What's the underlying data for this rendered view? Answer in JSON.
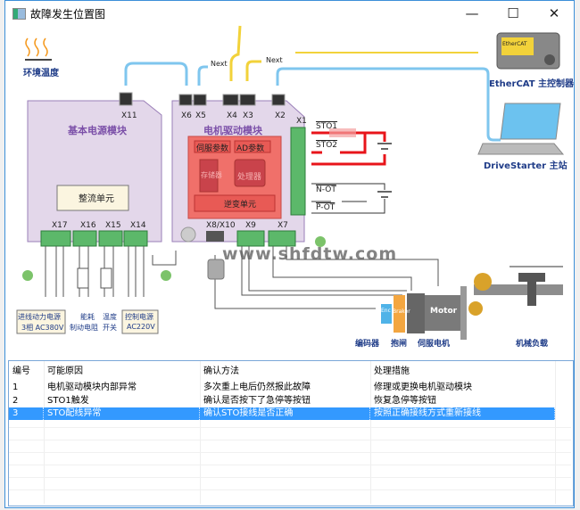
{
  "window": {
    "title": "故障发生位置图",
    "buttons": [
      "minimize",
      "maximize",
      "close"
    ]
  },
  "diagram": {
    "env_temp": "环境温度",
    "power_module": {
      "title": "基本电源模块",
      "rectifier": "整流单元",
      "ports": [
        "X11",
        "X17",
        "X16",
        "X15",
        "X14"
      ]
    },
    "drive_module": {
      "title": "电机驱动模块",
      "servo_params": "伺服参数",
      "ad_params": "AD参数",
      "memory": "存储器",
      "processor": "处理器",
      "inverter": "逆变单元",
      "ports": [
        "X6",
        "X5",
        "X4",
        "X3",
        "X2",
        "X1",
        "X8/X10",
        "X9",
        "X7"
      ]
    },
    "next_labels": [
      "Next",
      "Next"
    ],
    "signals": {
      "sto1": "STO1",
      "sto2": "STO2",
      "not": "N-OT",
      "pot": "P-OT"
    },
    "bottom_labels": {
      "power_in": "进线动力电源",
      "power_in2": "3相 AC380V",
      "brake_res": "能耗",
      "brake_res2": "制动电阻",
      "temp_switch": "温度",
      "temp_switch2": "开关",
      "ctrl_power": "控制电源",
      "ctrl_power2": "AC220V"
    },
    "motor": {
      "enc": "Enc",
      "braker": "Braker",
      "motor": "Motor",
      "encoder_label": "编码器",
      "brake_label": "抱闸",
      "servo_label": "伺服电机",
      "load_label": "机械负载"
    },
    "ethercat": "EtherCAT 主控制器",
    "ethercat_screen": "EtherCAT",
    "drivestarter": "DriveStarter 主站",
    "watermark": "www.shfdtw.com",
    "colors": {
      "module_bg": "#e3d7ea",
      "active_red": "#f0706a",
      "connector_green": "#5cb86a",
      "cable_blue": "#7fc6ee",
      "cable_yellow": "#f2d23a",
      "wire_red": "#e8141a"
    }
  },
  "table": {
    "headers": [
      "编号",
      "可能原因",
      "确认方法",
      "处理措施"
    ],
    "rows": [
      [
        "1",
        "电机驱动模块内部异常",
        "多次重上电后仍然报此故障",
        "修理或更换电机驱动模块"
      ],
      [
        "2",
        "STO1触发",
        "确认是否按下了急停等按钮",
        "恢复急停等按钮"
      ],
      [
        "3",
        "STO配线异常",
        "确认STO接线是否正确",
        "按照正确接线方式重新接线"
      ]
    ],
    "selected_row": 3
  }
}
